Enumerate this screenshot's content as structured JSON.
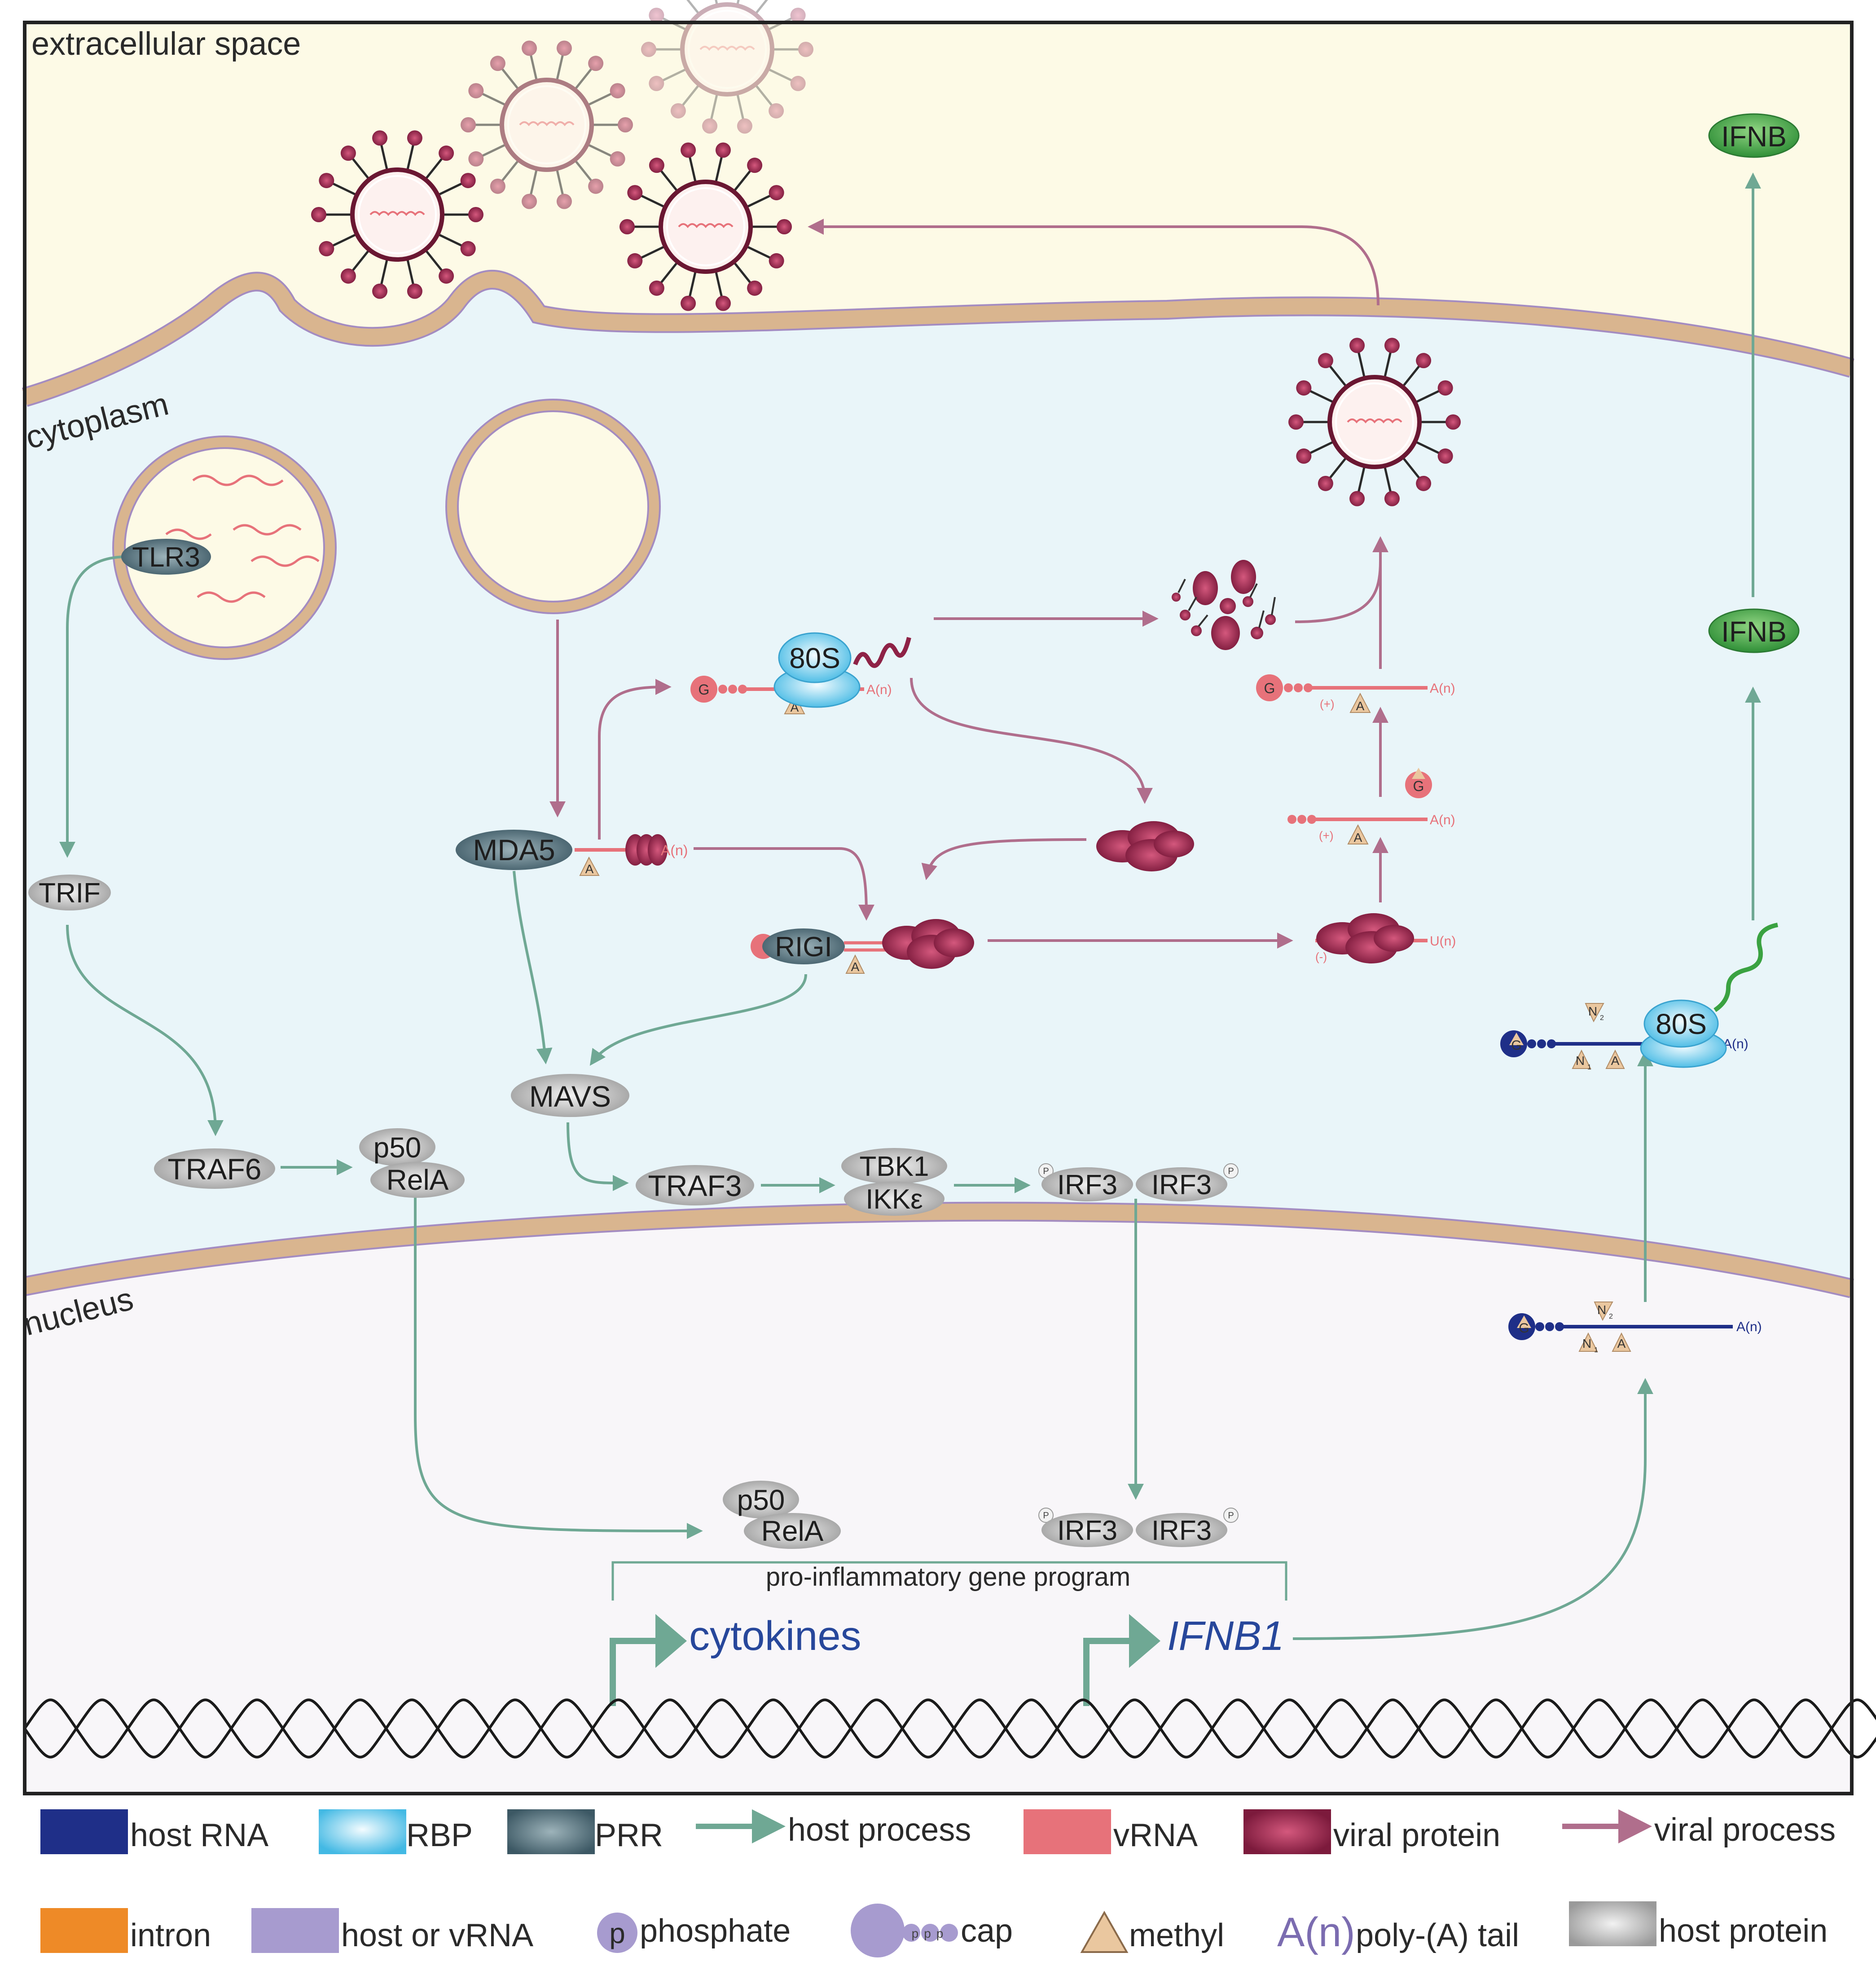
{
  "regions": {
    "extracellular": "extracellular space",
    "cytoplasm": "cytoplasm",
    "nucleus": "nucleus"
  },
  "proteins": {
    "tlr3": "TLR3",
    "trif": "TRIF",
    "traf6": "TRAF6",
    "p50": "p50",
    "rela": "RelA",
    "mda5": "MDA5",
    "rigi": "RIGI",
    "mavs": "MAVS",
    "traf3": "TRAF3",
    "tbk1": "TBK1",
    "ikke": "IKKε",
    "irf3": "IRF3",
    "ribosome": "80S",
    "ifnb": "IFNB"
  },
  "marks": {
    "phosphate": "P",
    "cap_g": "G",
    "ppp": "PPP",
    "methyl": "A",
    "polya": "A(n)",
    "polyu": "U(n)",
    "plus": "(+)",
    "minus": "(-)",
    "n1": "N",
    "n1_sub": "1",
    "n2": "N",
    "n2_sub": "2"
  },
  "nucleus": {
    "program_label": "pro-inflammatory gene program",
    "gene_cytokines": "cytokines",
    "gene_ifnb1": "IFNB1"
  },
  "legend": {
    "host_rna": "host RNA",
    "rbp": "RBP",
    "prr": "PRR",
    "host_process": "host process",
    "vrna": "vRNA",
    "viral_protein": "viral protein",
    "viral_process": "viral process",
    "intron": "intron",
    "host_or_vrna": "host or vRNA",
    "phosphate_symbol": "p",
    "phosphate": "phosphate",
    "cap_symbol": "ppp",
    "cap": "cap",
    "methyl": "methyl",
    "polya_symbol": "A(n)",
    "polya": "poly-(A) tail",
    "host_protein": "host protein"
  },
  "colors": {
    "extracellular_bg": "#fdfae6",
    "cytoplasm_bg": "#e9f5f9",
    "nucleus_bg": "#f8f6f9",
    "membrane": "#d9b58f",
    "membrane_edge": "#a48cc1",
    "host_process": "#6fa894",
    "viral_process": "#b06e8c",
    "viral_protein": "#8e2246",
    "vrna": "#e7727a",
    "host_rna": "#1f2f88",
    "rbp": "#5ec7ea",
    "prr": "#4e6f7c",
    "host_protein": "#b5b5b5",
    "ifnb": "#3aa241",
    "methyl": "#eac79f",
    "intron": "#ee8a27",
    "host_or_vrna": "#a79bcf",
    "gene_text": "#27479b"
  }
}
